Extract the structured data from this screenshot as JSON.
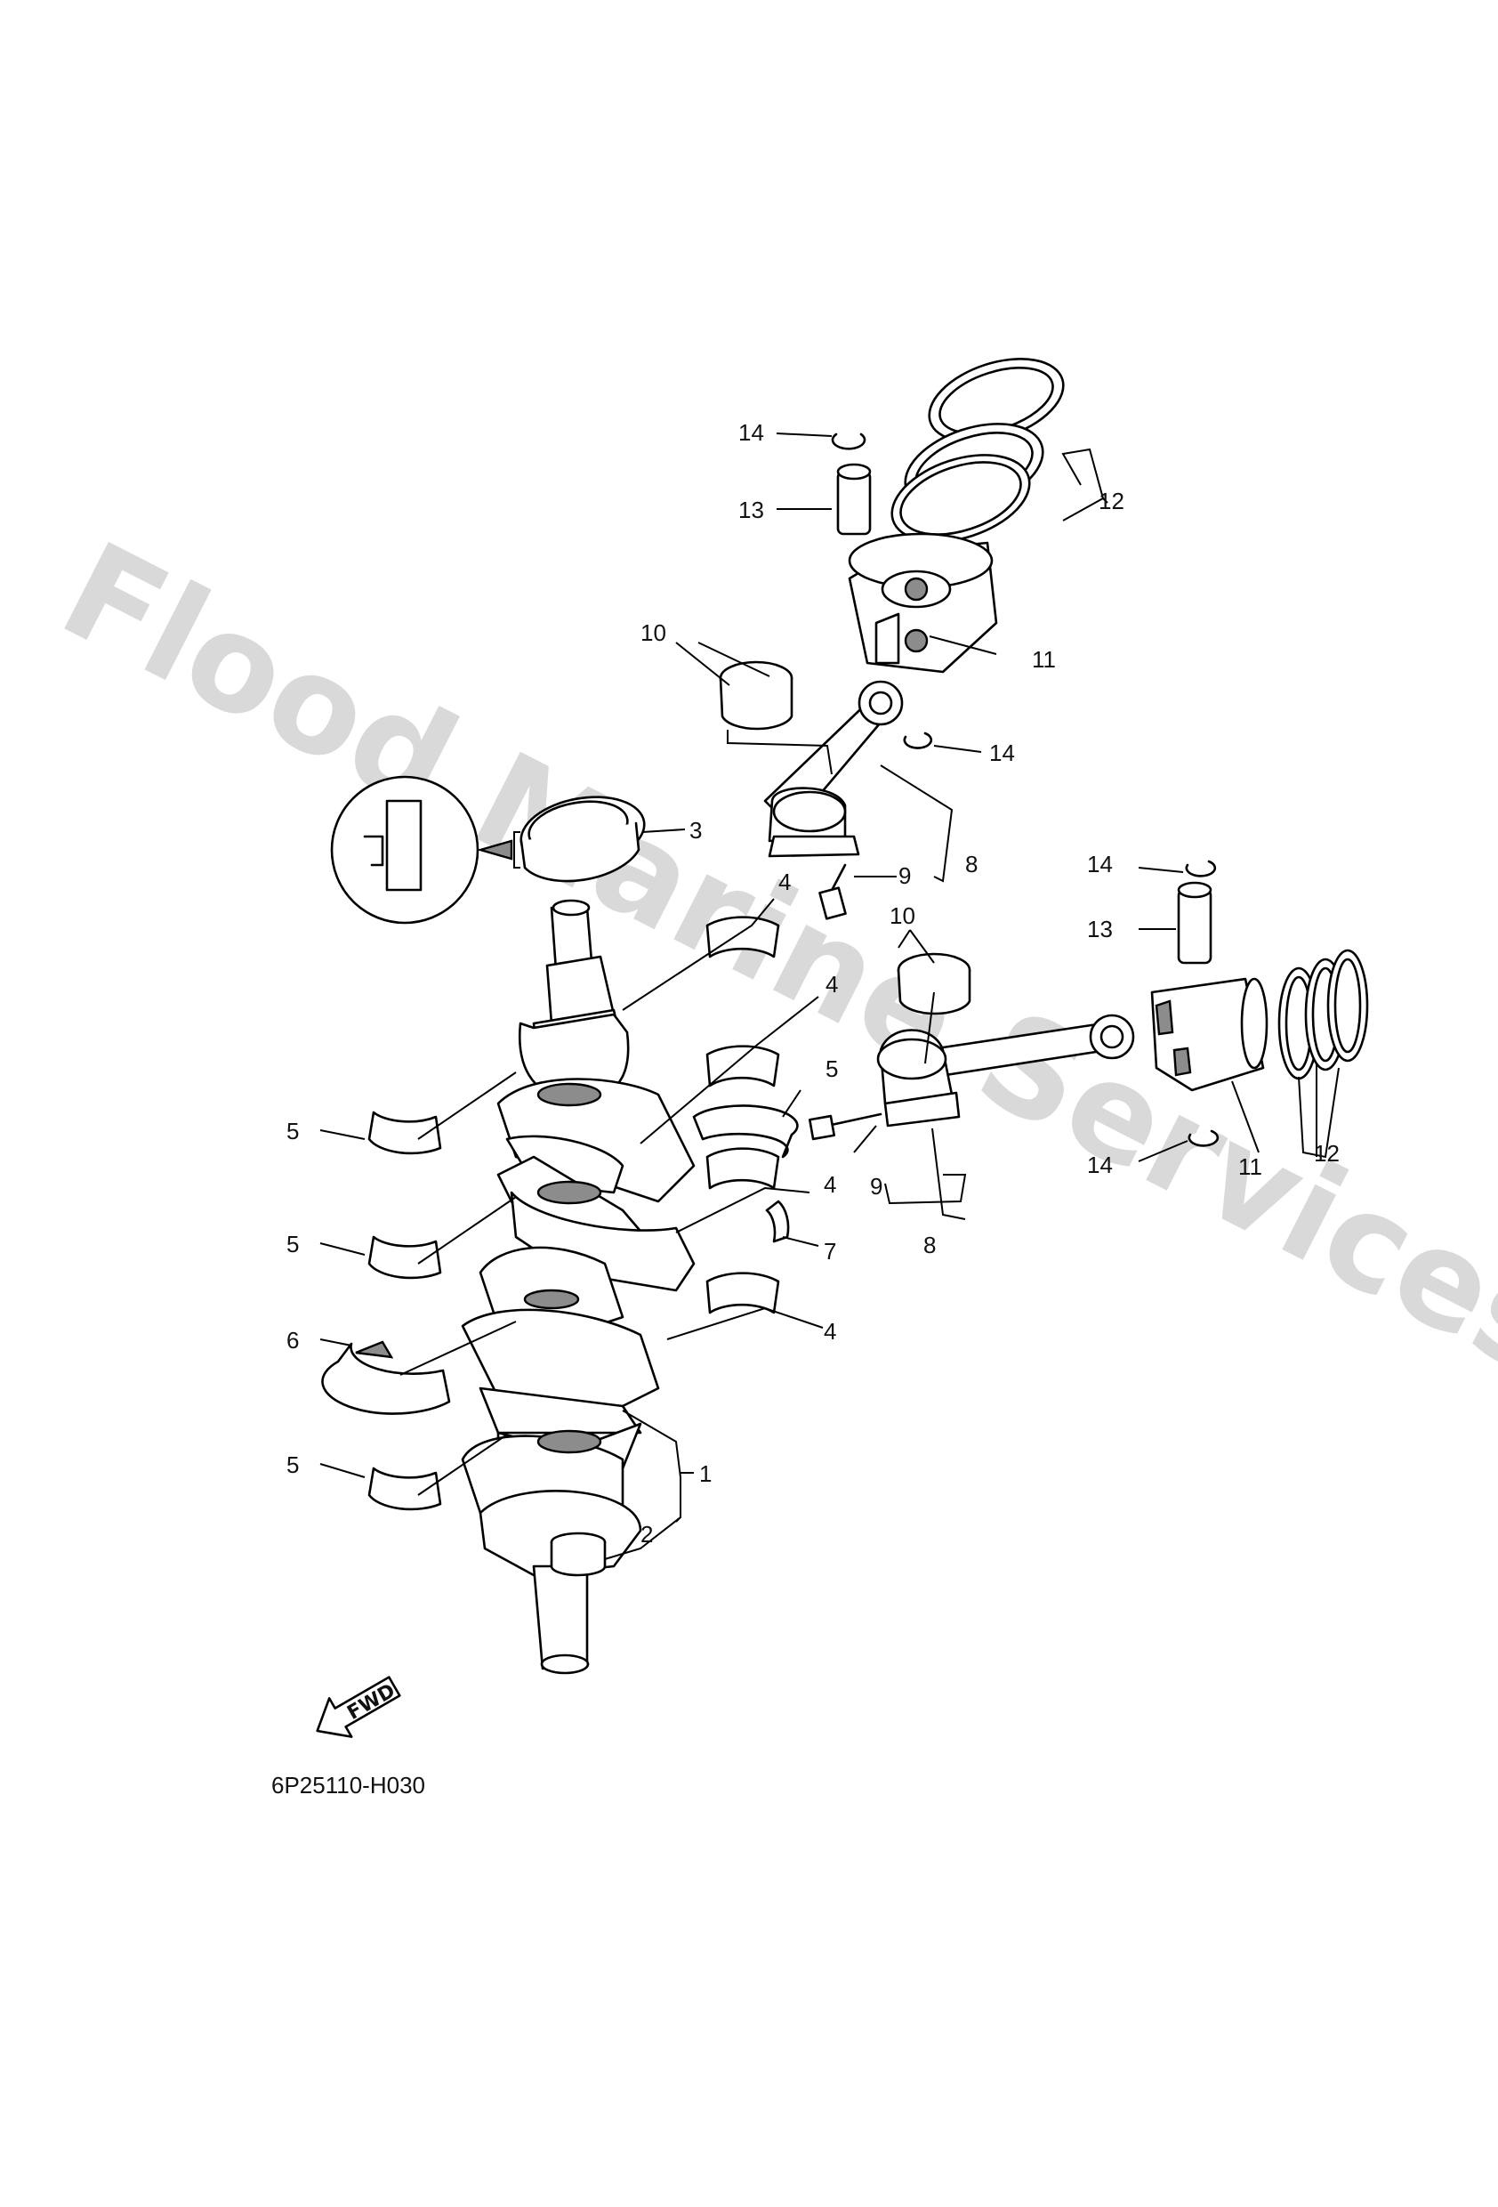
{
  "watermark": {
    "text": "Flood Marine Services"
  },
  "diagram": {
    "code": "6P25110-H030",
    "fwd_label": "FWD"
  },
  "callouts": [
    {
      "id": "1",
      "part": "crankshaft"
    },
    {
      "id": "2",
      "part": "bearing-sleeve"
    },
    {
      "id": "3",
      "part": "oil-seal"
    },
    {
      "id": "4",
      "part": "main-bearing-upper"
    },
    {
      "id": "5",
      "part": "main-bearing-lower"
    },
    {
      "id": "6",
      "part": "thrust-bearing"
    },
    {
      "id": "7",
      "part": "thrust-washer"
    },
    {
      "id": "8",
      "part": "connecting-rod"
    },
    {
      "id": "9",
      "part": "rod-bolt"
    },
    {
      "id": "10",
      "part": "rod-bearing"
    },
    {
      "id": "11",
      "part": "piston"
    },
    {
      "id": "12",
      "part": "piston-ring-set"
    },
    {
      "id": "13",
      "part": "piston-pin"
    },
    {
      "id": "14",
      "part": "pin-clip"
    }
  ],
  "colors": {
    "line": "#000000",
    "shade": "#8c8c8c",
    "watermark": "#d9d9d9",
    "background": "#ffffff"
  }
}
